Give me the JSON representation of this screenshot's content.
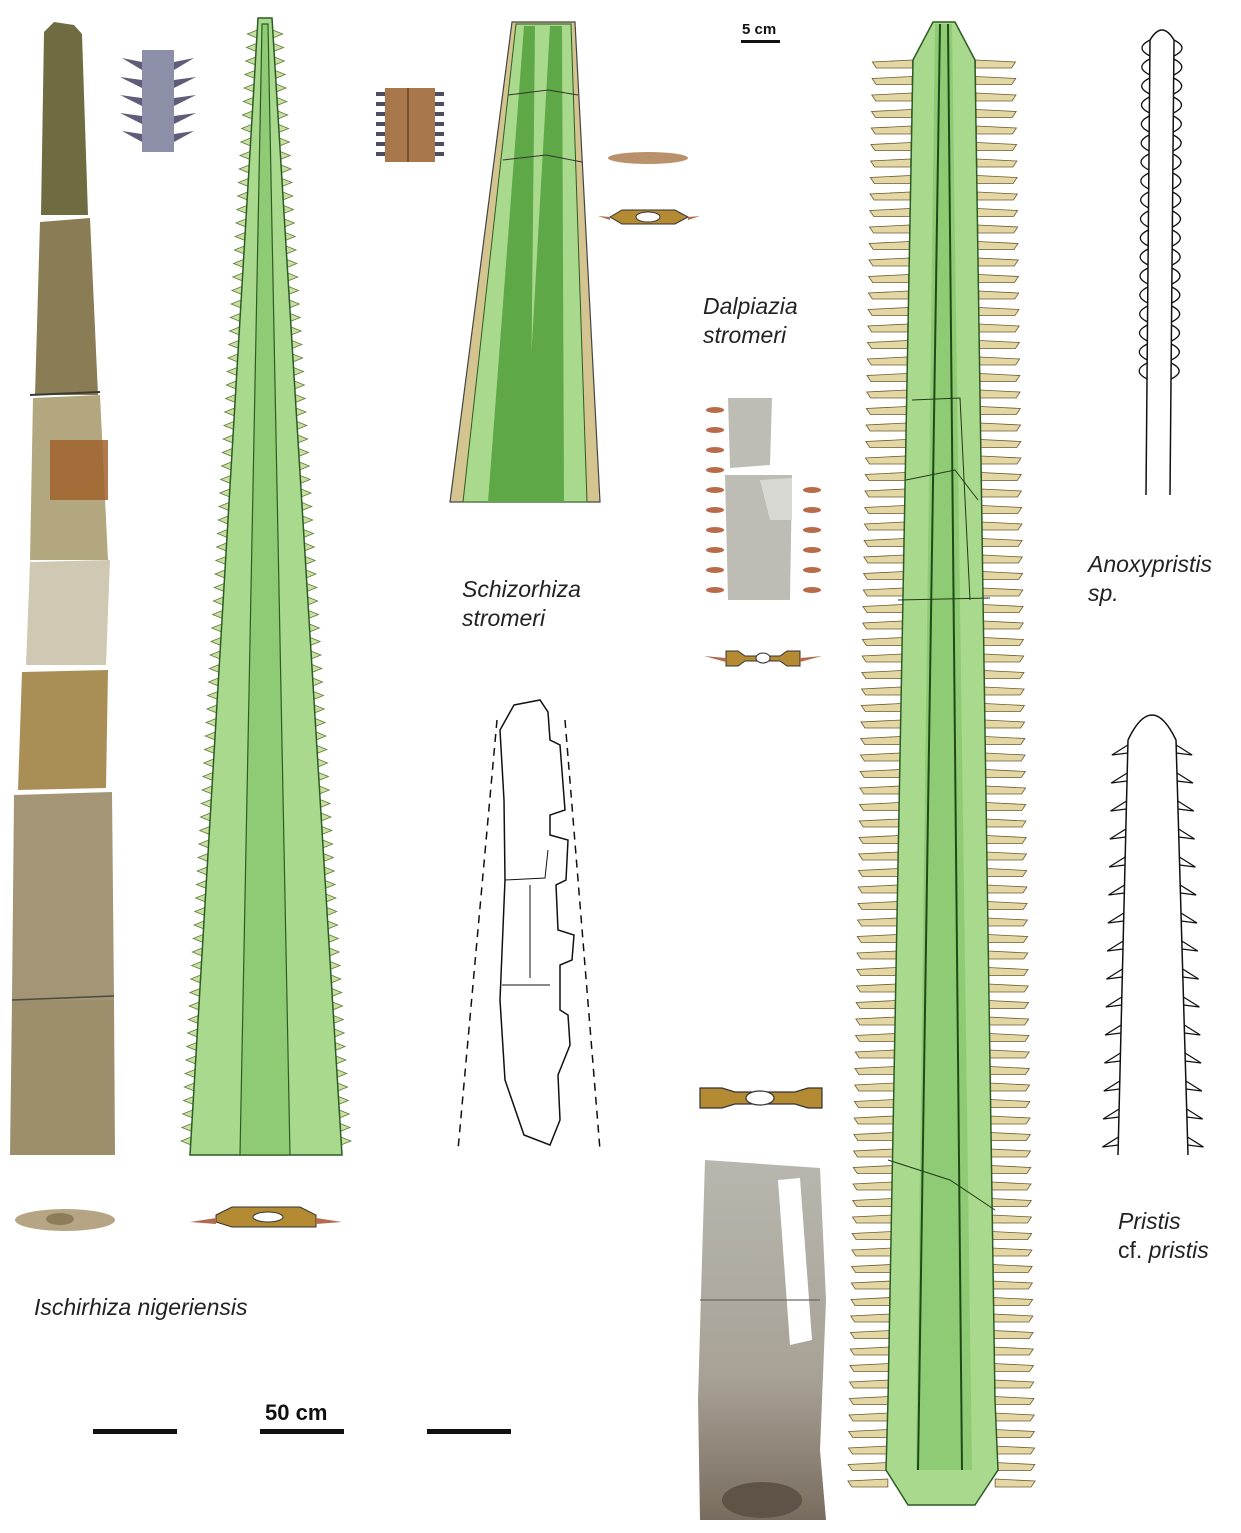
{
  "labels": {
    "ischirhiza": "Ischirhiza nigeriensis",
    "schizorhiza_line1": "Schizorhiza",
    "schizorhiza_line2": "stromeri",
    "dalpiazia_line1": "Dalpiazia",
    "dalpiazia_line2": "stromeri",
    "anoxypristis_line1": "Anoxypristis",
    "anoxypristis_line2": "sp.",
    "pristis_line1": "Pristis",
    "pristis_cf": "cf.",
    "pristis_line2": "pristis"
  },
  "scale_bars": {
    "large": "50 cm",
    "small": "5 cm"
  },
  "colors": {
    "rostrum_light_green": "#a9d98c",
    "rostrum_mid_green": "#7cbf5f",
    "rostrum_dark_green": "#4e9a3a",
    "denticle_tan": "#e3d7a4",
    "section_brown": "#b48a33",
    "fossil_beige": "#d2c29a",
    "fossil_grey": "#bdbdb6",
    "fossil_rust": "#9c6a3c"
  }
}
